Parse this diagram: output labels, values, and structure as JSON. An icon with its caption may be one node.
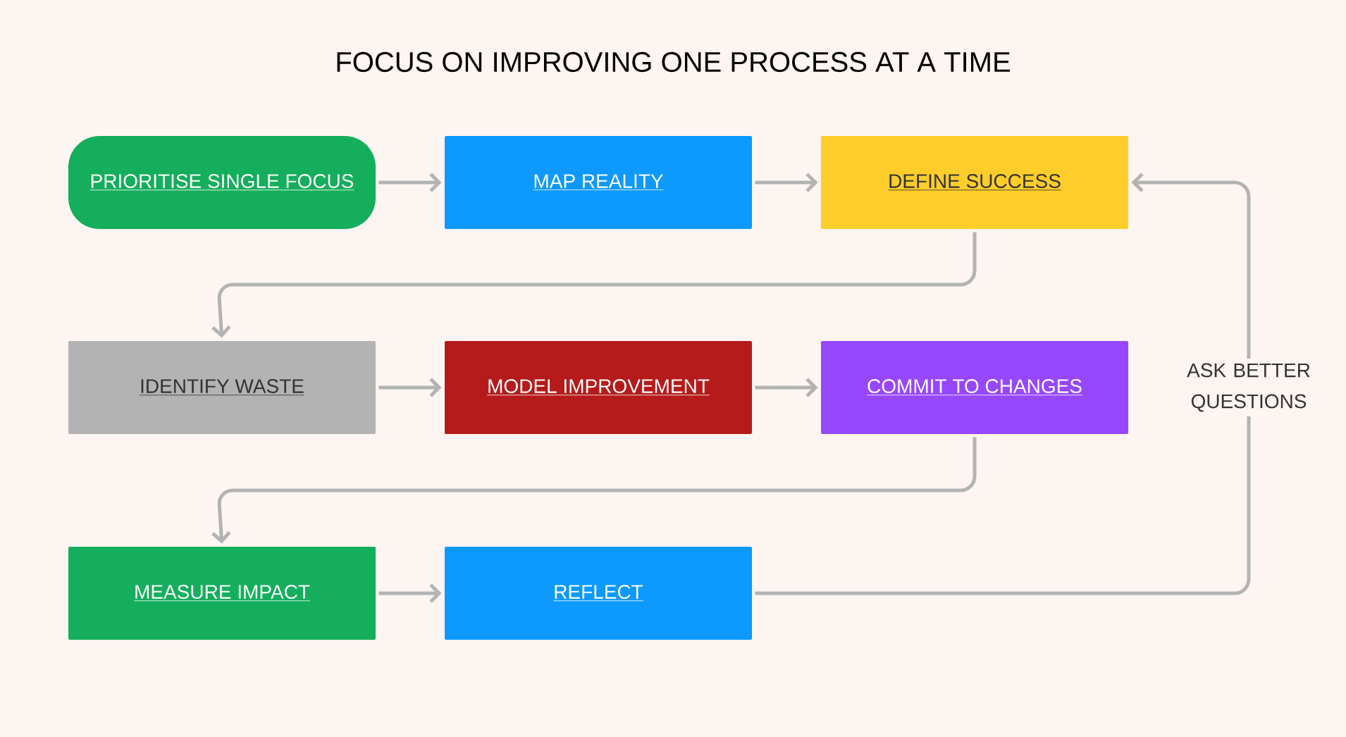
{
  "diagram": {
    "title": "FOCUS ON IMPROVING ONE PROCESS AT A TIME",
    "nodes": [
      {
        "text": [
          "PRIORITISE SINGLE FOCUS"
        ]
      },
      {
        "text": [
          "MAP REALITY"
        ]
      },
      {
        "text": [
          "DEFINE SUCCESS"
        ]
      },
      {
        "text": [
          "IDENTIFY WASTE"
        ]
      },
      {
        "text": [
          "MODEL IMPROVEMENT"
        ]
      },
      {
        "text": [
          "COMMIT TO CHANGES"
        ]
      },
      {
        "text": [
          "MEASURE IMPACT"
        ]
      },
      {
        "text": [
          "REFLECT"
        ]
      }
    ],
    "edges": [
      {
        "from": 0,
        "to": 1,
        "arrow": "to"
      },
      {
        "from": 1,
        "to": 2,
        "arrow": "to"
      },
      {
        "from": 2,
        "to": 3,
        "arrow": "to"
      },
      {
        "from": 3,
        "to": 4,
        "arrow": "to"
      },
      {
        "from": 4,
        "to": 5,
        "arrow": "to"
      },
      {
        "from": 5,
        "to": 6,
        "arrow": "to"
      },
      {
        "from": 6,
        "to": 7,
        "arrow": "to"
      },
      {
        "from": 7,
        "to": 2,
        "arrow": "to",
        "label": "ASK BETTER QUESTIONS"
      }
    ]
  }
}
